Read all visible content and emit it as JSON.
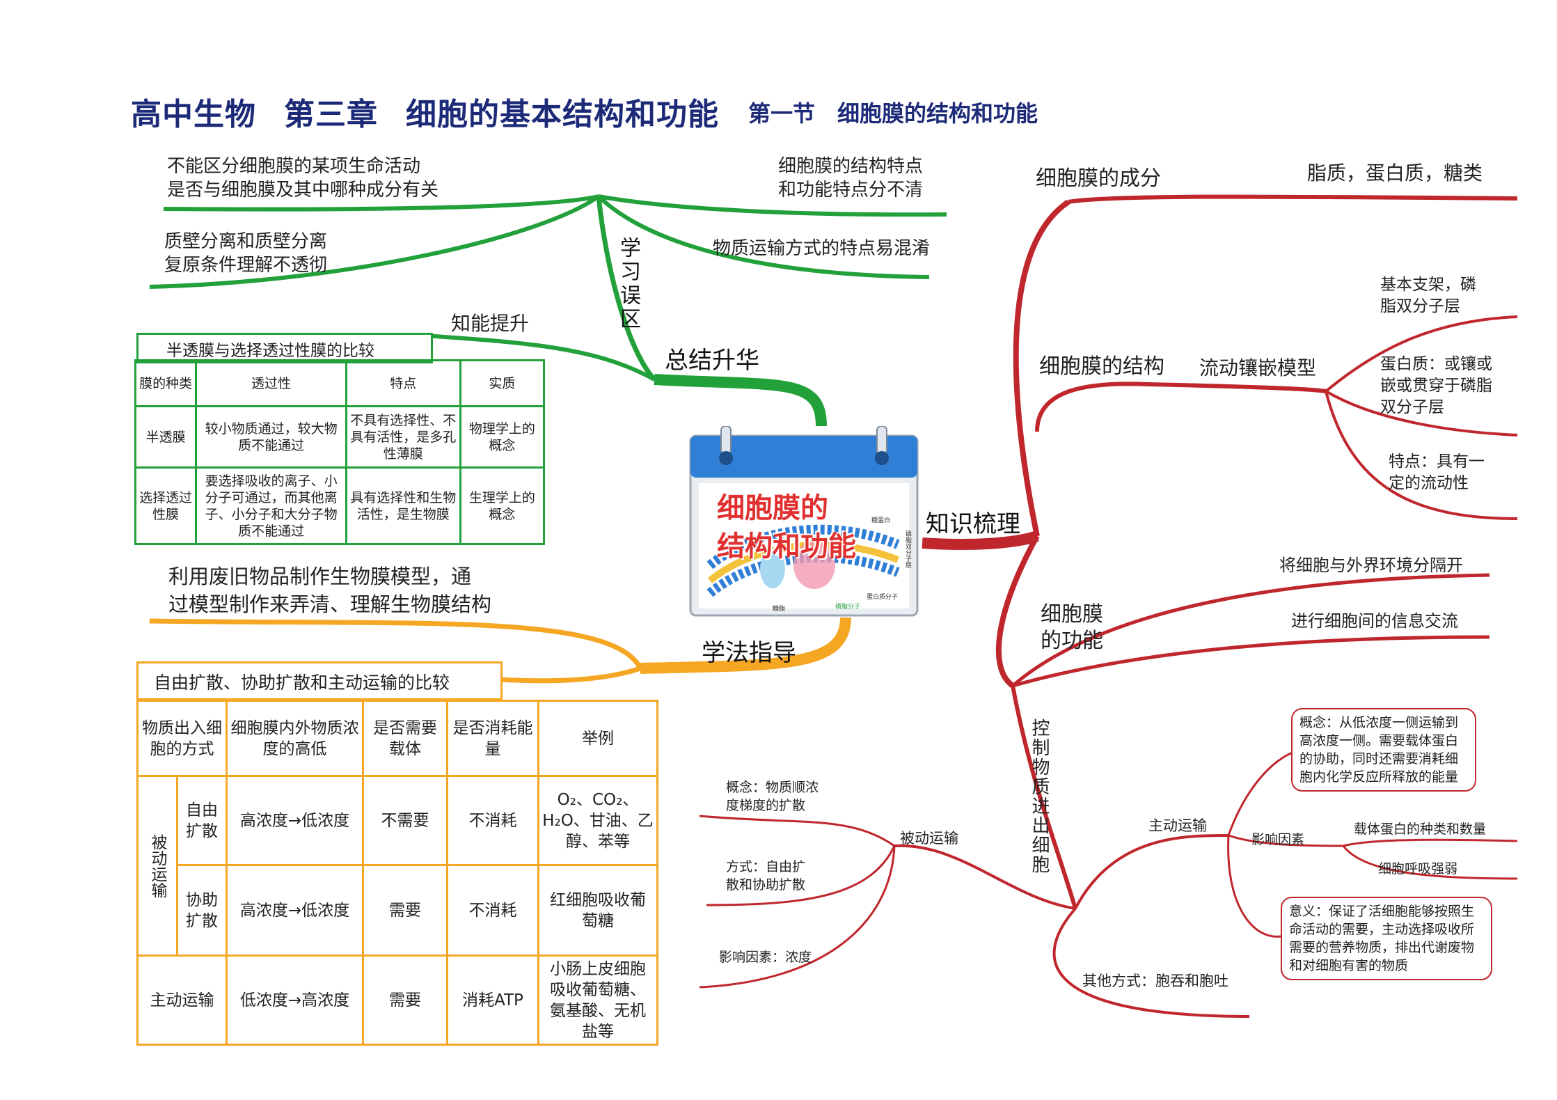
{
  "title": {
    "part1": "高中生物",
    "part2": "第三章",
    "part3": "细胞的基本结构和功能",
    "sub1": "第一节",
    "sub2": "细胞膜的结构和功能"
  },
  "center": {
    "line1": "细胞膜的",
    "line2": "结构和功能",
    "labels": [
      "磷脂双分子层",
      "蛋白质分子",
      "糖蛋白",
      "糖脂",
      "磷脂分子"
    ]
  },
  "branches": {
    "summary": "总结升华",
    "knowledge": "知识梳理",
    "method": "学法指导",
    "misconception": "学习误区",
    "upgrade": "知能提升",
    "transport": "控制物质进出细胞"
  },
  "misconceptions": {
    "m1": "不能区分细胞膜的某项生命活动",
    "m1b": "是否与细胞膜及其中哪种成分有关",
    "m2": "质壁分离和质壁分离",
    "m2b": "复原条件理解不透彻",
    "m3": "细胞膜的结构特点",
    "m3b": "和功能特点分不清",
    "m4": "物质运输方式的特点易混淆"
  },
  "membrane_table": {
    "title": "半透膜与选择透过性膜的比较",
    "headers": [
      "膜的种类",
      "透过性",
      "特点",
      "实质"
    ],
    "rows": [
      [
        "半透膜",
        "较小物质通过，较大物质不能通过",
        "不具有选择性、不具有活性，是多孔性薄膜",
        "物理学上的概念"
      ],
      [
        "选择透过性膜",
        "要选择吸收的离子、小分子可通过，而其他离子、小分子和大分子物质不能通过",
        "具有选择性和生物活性，是生物膜",
        "生理学上的概念"
      ]
    ]
  },
  "method": {
    "line1": "利用废旧物品制作生物膜模型，通",
    "line2": "过模型制作来弄清、理解生物膜结构"
  },
  "transport_table": {
    "title": "自由扩散、协助扩散和主动运输的比较",
    "headers": [
      "物质出入细胞的方式",
      "细胞膜内外物质浓度的高低",
      "是否需要载体",
      "是否消耗能量",
      "举例"
    ],
    "group": "被动运输",
    "rows": [
      {
        "name": "自由扩散",
        "conc": "高浓度→低浓度",
        "carrier": "不需要",
        "energy": "不消耗",
        "example": "O₂、CO₂、H₂O、甘油、乙醇、苯等"
      },
      {
        "name": "协助扩散",
        "conc": "高浓度→低浓度",
        "carrier": "需要",
        "energy": "不消耗",
        "example": "红细胞吸收葡萄糖"
      },
      {
        "name": "主动运输",
        "conc": "低浓度→高浓度",
        "carrier": "需要",
        "energy": "消耗ATP",
        "example": "小肠上皮细胞吸收葡萄糖、氨基酸、无机盐等"
      }
    ]
  },
  "knowledge": {
    "composition": "细胞膜的成分",
    "composition_val": "脂质，蛋白质，糖类",
    "structure": "细胞膜的结构",
    "model": "流动镶嵌模型",
    "s1": "基本支架，磷",
    "s1b": "脂双分子层",
    "s2": "蛋白质：或镶或",
    "s2b": "嵌或贯穿于磷脂",
    "s2c": "双分子层",
    "s3": "特点：具有一",
    "s3b": "定的流动性",
    "function": "细胞膜",
    "function_b": "的功能",
    "f1": "将细胞与外界环境分隔开",
    "f2": "进行细胞间的信息交流"
  },
  "passive": {
    "label": "被动运输",
    "c1": "概念：物质顺浓",
    "c1b": "度梯度的扩散",
    "c2": "方式：自由扩",
    "c2b": "散和协助扩散",
    "c3": "影响因素：浓度"
  },
  "active": {
    "label": "主动运输",
    "concept": "概念：从低浓度一侧运输到高浓度一侧。需要载体蛋白的协助，同时还需要消耗细胞内化学反应所释放的能量",
    "factors": "影响因素",
    "factor1": "载体蛋白的种类和数量",
    "factor2": "细胞呼吸强弱",
    "meaning": "意义：保证了活细胞能够按照生命活动的需要，主动选择吸收所需要的营养物质，排出代谢废物和对细胞有害的物质"
  },
  "other": "其他方式：胞吞和胞吐"
}
